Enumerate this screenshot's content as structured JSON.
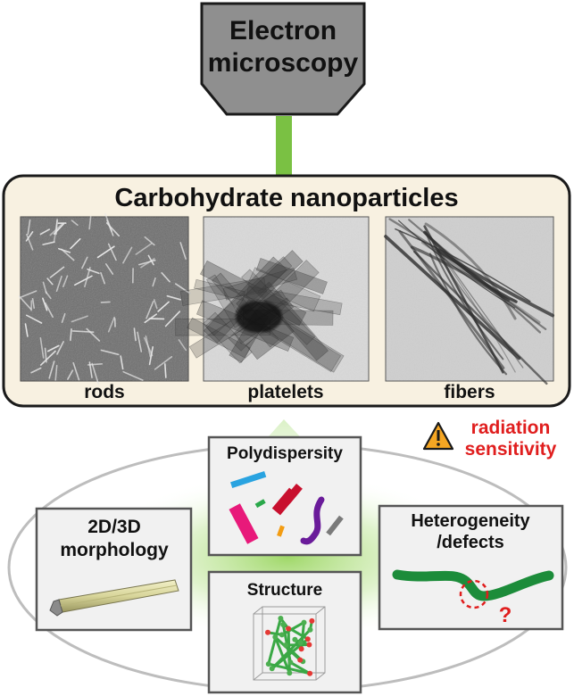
{
  "microscope": {
    "line1": "Electron",
    "line2": "microscopy"
  },
  "main_box": {
    "title": "Carbohydrate nanoparticles",
    "panels": [
      {
        "label": "rods"
      },
      {
        "label": "platelets"
      },
      {
        "label": "fibers"
      }
    ]
  },
  "warning": {
    "line1": "radiation",
    "line2": "sensitivity",
    "icon": "warning-triangle-icon",
    "color": "#e01e1e"
  },
  "properties": {
    "polydispersity": "Polydispersity",
    "morphology_line1": "2D/3D",
    "morphology_line2": "morphology",
    "heterogeneity_line1": "Heterogeneity",
    "heterogeneity_line2": "/defects",
    "structure": "Structure",
    "question_mark": "?"
  },
  "colors": {
    "beam": "#7ac143",
    "box_fill": "#f8f1e1",
    "panel_fill": "#e6e6e6",
    "fiber_green": "#1c8c3a",
    "accent_red": "#e01e1e"
  }
}
